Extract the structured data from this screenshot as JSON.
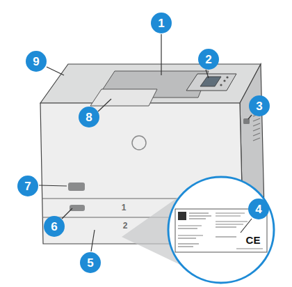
{
  "diagram": {
    "labels": [
      "1",
      "2",
      "3",
      "4",
      "5",
      "6",
      "7",
      "8",
      "9",
      "1",
      "2",
      "CE"
    ]
  }
}
